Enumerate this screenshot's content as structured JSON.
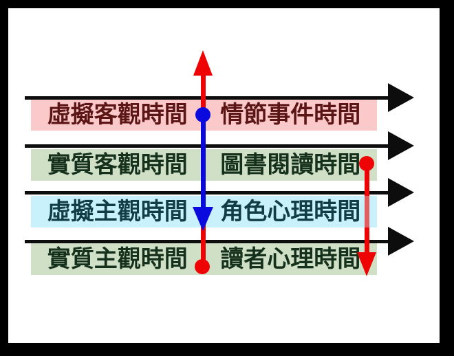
{
  "diagram": {
    "rows": [
      {
        "left_label": "虛擬客觀時間",
        "right_label": "情節事件時間",
        "band_color": "#fbc9c9",
        "text_color": "#5c1515"
      },
      {
        "left_label": "實質客觀時間",
        "right_label": "圖書閱讀時間",
        "band_color": "#cfe0c7",
        "text_color": "#15301b"
      },
      {
        "left_label": "虛擬主觀時間",
        "right_label": "角色心理時間",
        "band_color": "#c9f1fc",
        "text_color": "#113d47"
      },
      {
        "left_label": "實質主觀時間",
        "right_label": "讀者心理時間",
        "band_color": "#cfe0c7",
        "text_color": "#15301b"
      }
    ],
    "timelines": {
      "count": 4,
      "direction": "right",
      "color": "#0d0d0d"
    },
    "connectors": [
      {
        "name": "center-red-up-arrow",
        "color": "#ee0404",
        "endpoints": "dot on row 4 band, arrowhead above row 1 timeline"
      },
      {
        "name": "center-blue-down-arrow",
        "color": "#0a0adf",
        "endpoints": "dot on row 1 band, arrowhead on row 3 band"
      },
      {
        "name": "right-red-down-arrow",
        "color": "#ee0404",
        "endpoints": "dot on row 2 band, arrowhead on row 4 band"
      }
    ],
    "colors": {
      "frame": "#000000",
      "background": "#ffffff"
    }
  }
}
